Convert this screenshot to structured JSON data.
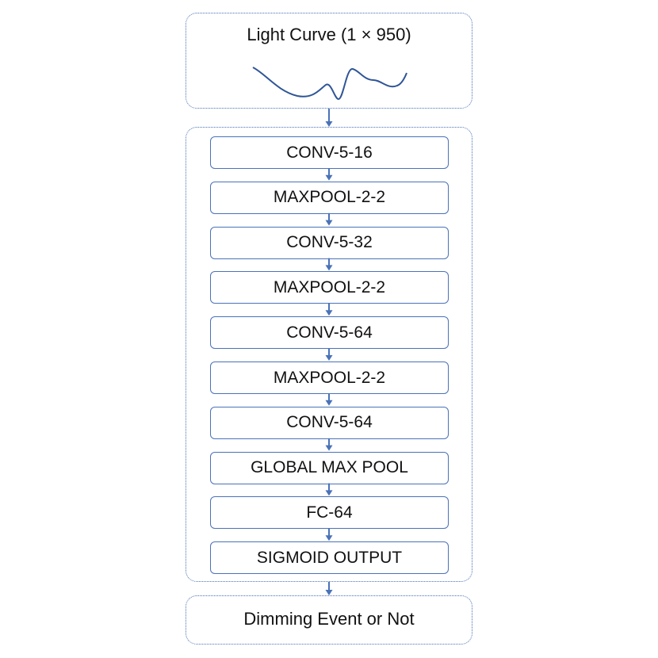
{
  "input": {
    "title": "Light Curve (1 × 950)",
    "icon": "waveform-icon"
  },
  "layers": [
    "CONV-5-16",
    "MAXPOOL-2-2",
    "CONV-5-32",
    "MAXPOOL-2-2",
    "CONV-5-64",
    "MAXPOOL-2-2",
    "CONV-5-64",
    "GLOBAL MAX POOL",
    "FC-64",
    "SIGMOID OUTPUT"
  ],
  "output": {
    "title": "Dimming Event or Not"
  },
  "colors": {
    "accent": "#4a72b8",
    "line": "#2f5597"
  }
}
